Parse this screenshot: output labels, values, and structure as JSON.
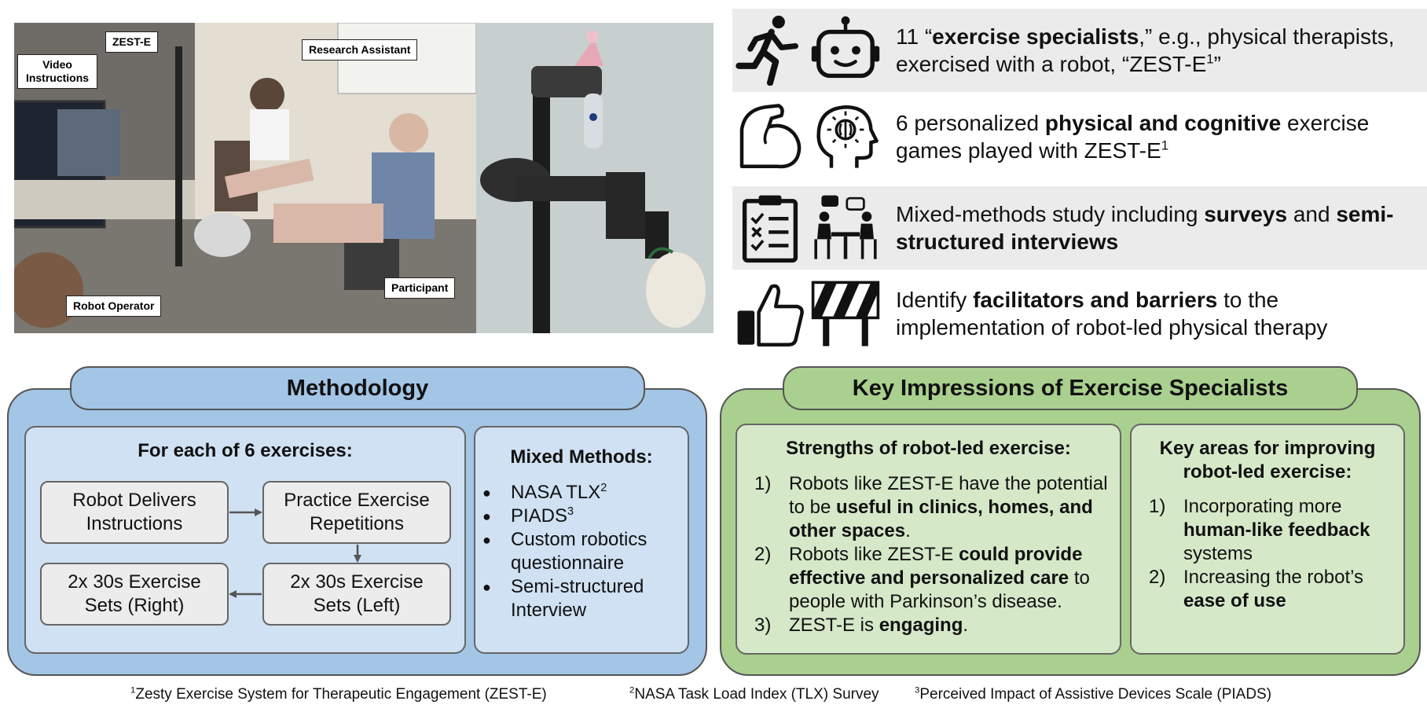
{
  "photos": {
    "labels": {
      "video_instructions": "Video\nInstructions",
      "zest_e": "ZEST-E",
      "research_assistant": "Research Assistant",
      "participant": "Participant",
      "robot_operator": "Robot Operator"
    }
  },
  "features": [
    {
      "icon_left": "running-person-icon",
      "icon_right": "robot-face-icon",
      "pre": "11 “",
      "bold1": "exercise specialists",
      "mid": ",” e.g., physical therapists, exercised with a robot, “ZEST-E",
      "sup": "1",
      "post": "”"
    },
    {
      "icon_left": "flexed-arm-icon",
      "icon_right": "brain-head-icon",
      "pre": "6 personalized ",
      "bold1": "physical and cognitive",
      "mid": " exercise games played with ZEST-E",
      "sup": "1"
    },
    {
      "icon_left": "checklist-clipboard-icon",
      "icon_right": "interview-people-icon",
      "pre": "Mixed-methods study including ",
      "bold1": "surveys",
      "mid": " and ",
      "bold2": "semi-structured interviews"
    },
    {
      "icon_left": "thumbs-up-icon",
      "icon_right": "barrier-icon",
      "pre": "Identify ",
      "bold1": "facilitators and barriers",
      "mid": " to the implementation of robot-led physical therapy"
    }
  ],
  "methodology": {
    "title": "Methodology",
    "exercise_title": "For each of 6 exercises:",
    "steps": {
      "robot_delivers": "Robot Delivers Instructions",
      "practice": "Practice Exercise Repetitions",
      "sets_left": "2x 30s Exercise Sets (Left)",
      "sets_right": "2x 30s Exercise Sets (Right)"
    },
    "mixed_title": "Mixed Methods:",
    "mixed_items": [
      {
        "text": "NASA TLX",
        "sup": "2"
      },
      {
        "text": "PIADS",
        "sup": "3"
      },
      {
        "text": "Custom robotics questionnaire"
      },
      {
        "text": "Semi-structured Interview"
      }
    ]
  },
  "impressions": {
    "title": "Key Impressions of Exercise Specialists",
    "strengths_title": "Strengths of robot-led exercise:",
    "strengths": [
      {
        "n": "1)",
        "pre": "Robots like ZEST-E have the potential to be ",
        "bold": "useful in clinics, homes, and other spaces",
        "post": "."
      },
      {
        "n": "2)",
        "pre": "Robots like ZEST-E ",
        "bold": "could provide effective and personalized care",
        "post": " to people with Parkinson’s disease."
      },
      {
        "n": "3)",
        "pre": "ZEST-E is ",
        "bold": "engaging",
        "post": "."
      }
    ],
    "improve_title": "Key areas for improving robot-led exercise:",
    "improvements": [
      {
        "n": "1)",
        "pre": "Incorporating more ",
        "bold": "human-like feedback",
        "post": " systems"
      },
      {
        "n": "2)",
        "pre": "Increasing the robot’s ",
        "bold": "ease of use",
        "post": ""
      }
    ]
  },
  "footnotes": [
    {
      "sup": "1",
      "text": "Zesty Exercise System for Therapeutic Engagement (ZEST-E)"
    },
    {
      "sup": "2",
      "text": "NASA Task Load Index (TLX) Survey"
    },
    {
      "sup": "3",
      "text": "Perceived Impact of Assistive Devices Scale (PIADS)"
    }
  ]
}
